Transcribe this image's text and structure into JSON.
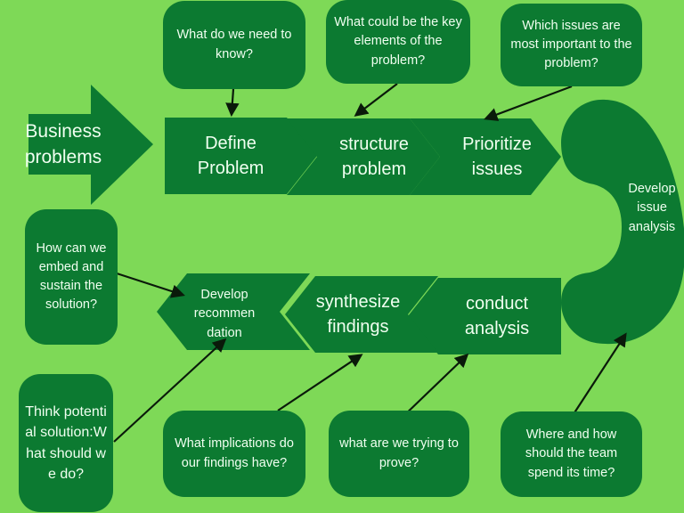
{
  "colors": {
    "background": "#7ed957",
    "shape": "#0c7a31",
    "text": "#f0fff0",
    "arrow": "#0a1a0a"
  },
  "entry_arrow": {
    "text": "Business problems"
  },
  "top_flow": [
    {
      "id": "define",
      "text": "Define Problem"
    },
    {
      "id": "structure",
      "text": "structure problem"
    },
    {
      "id": "prioritize",
      "text": "Prioritize issues"
    }
  ],
  "turn": {
    "text": "Develop issue analysis"
  },
  "bottom_flow": [
    {
      "id": "conduct",
      "text": "conduct analysis"
    },
    {
      "id": "synthesize",
      "text": "synthesize findings"
    },
    {
      "id": "recommend",
      "text": "Develop recommen dation"
    }
  ],
  "questions": {
    "define": "What do we need to know?",
    "structure": "What could be the key elements of the problem?",
    "prioritize": "Which issues are most important to the problem?",
    "embed": "How can we embed and sustain the solution?",
    "potential": "Think potential solution:What should we do?",
    "implications": "What implications do our findings have?",
    "prove": "what are we trying to prove?",
    "spend": "Where and how should the team spend its time?"
  }
}
